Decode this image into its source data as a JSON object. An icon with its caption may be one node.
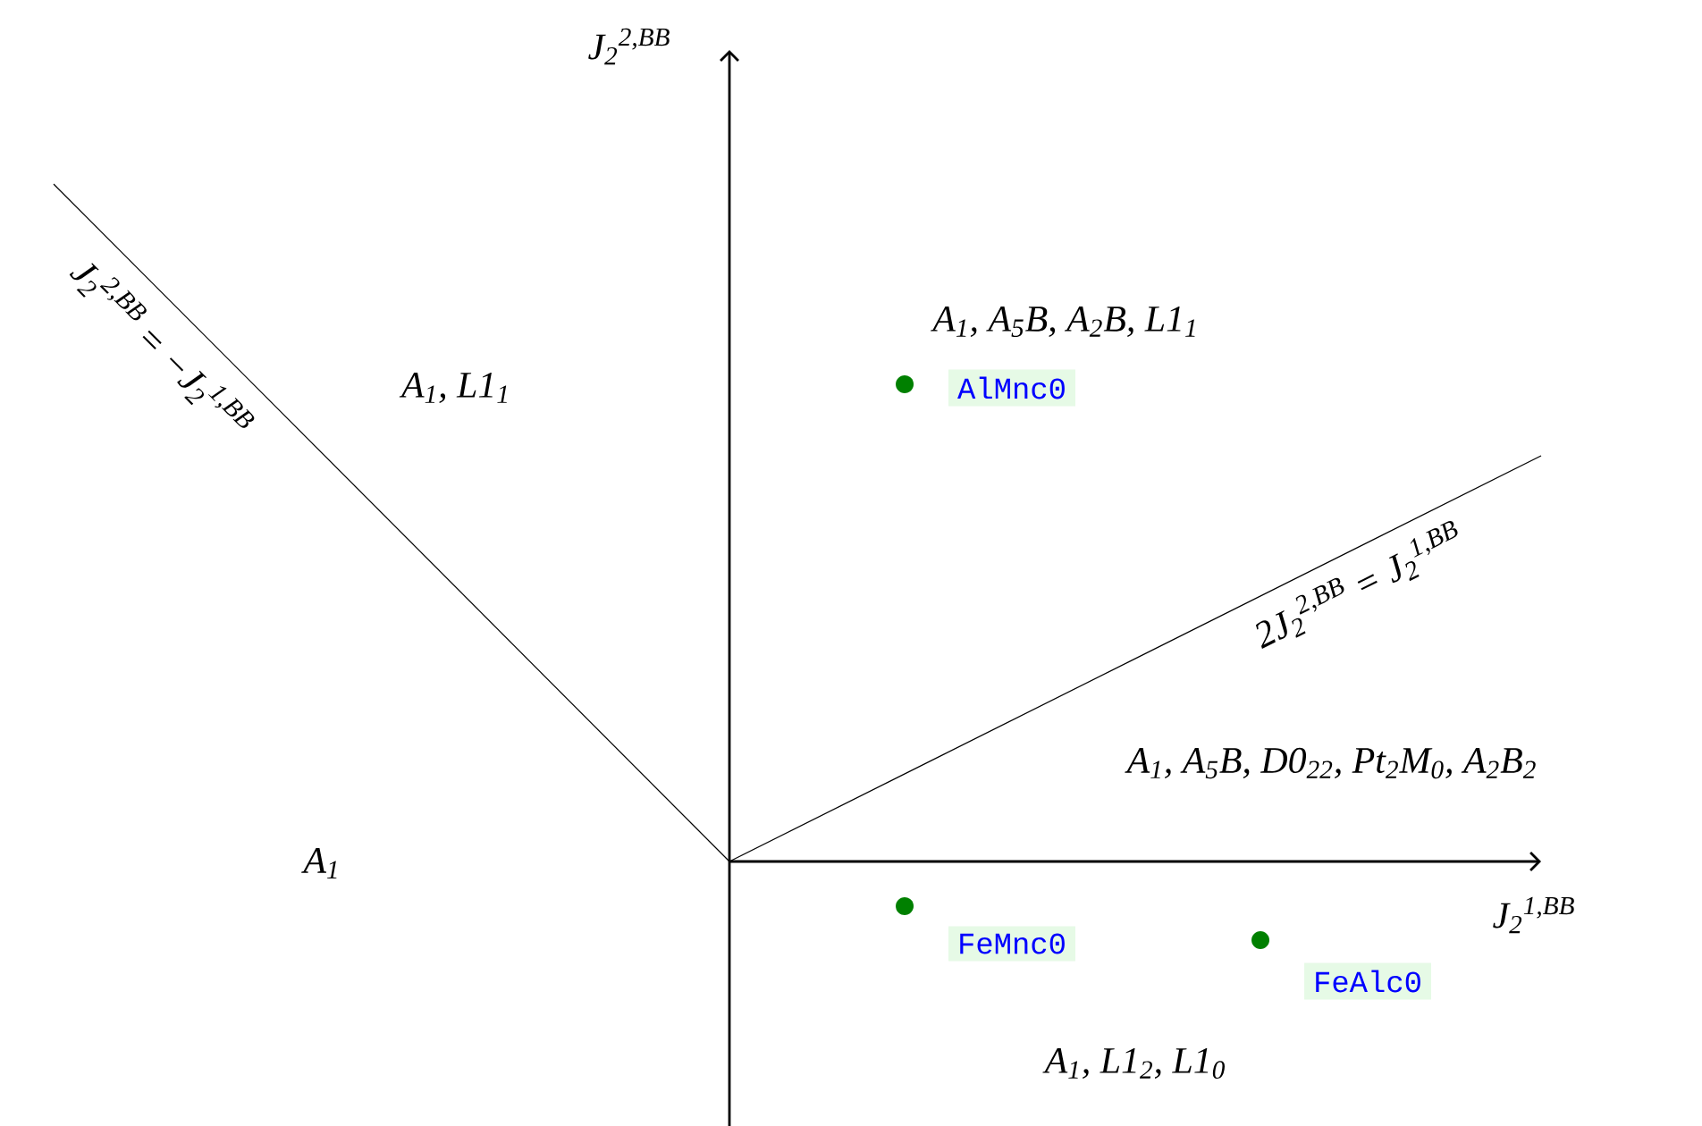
{
  "diagram": {
    "nodes": [
      {
        "text": [
          "AlMnc0"
        ]
      },
      {
        "text": [
          "FeMnc0"
        ]
      },
      {
        "text": [
          "FeAlc0"
        ]
      }
    ],
    "edges": [],
    "labels": [
      "J$_{2}$$^{2,BB}$",
      "J$_{2}$$^{2,BB}$ = −J$_{2}$$^{1,BB}$",
      "A$_{1}$, A$_{5}$B, A$_{2}$B, L1$_{1}$",
      "A$_{1}$, L1$_{1}$",
      "2J$_{2}$$^{2,BB}$ = J$_{2}$$^{1,BB}$",
      "A$_{1}$, A$_{5}$B, D0$_{22}$, Pt$_{2}$M$_{0}$, A$_{2}$B$_{2}$",
      "A$_{1}$",
      "J$_{2}$$^{1,BB}$",
      "A$_{1}$, L1$_{2}$, L1$_{0}$"
    ]
  }
}
